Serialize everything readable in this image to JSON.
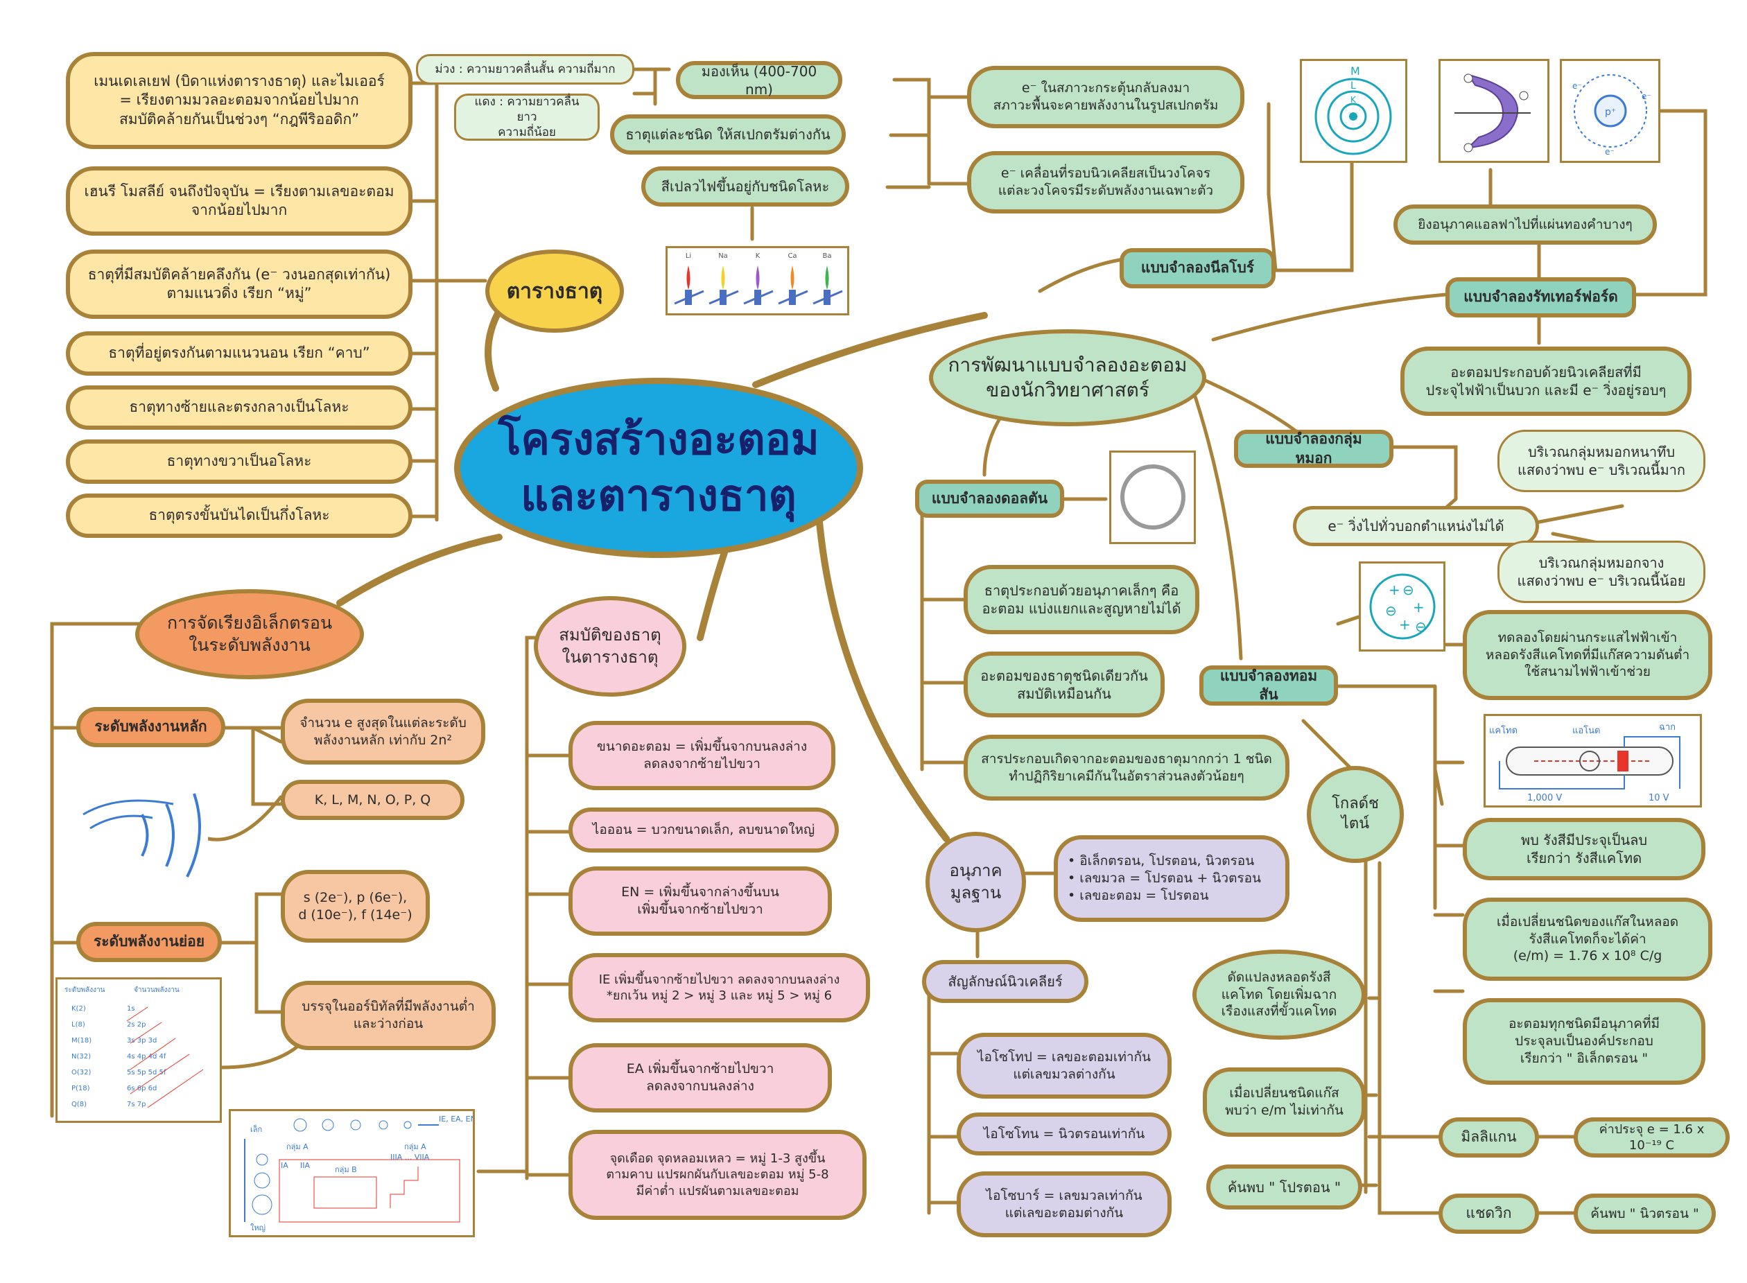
{
  "center": "โครงสร้างอะตอม\nและตารางธาตุ",
  "periodic": {
    "title": "ตารางธาตุ",
    "items": [
      "เมนเดเลเยฟ (บิดาแห่งตารางธาตุ) และไมเออร์\n= เรียงตามมวลอะตอมจากน้อยไปมาก\nสมบัติคล้ายกันเป็นช่วงๆ “กฎพีริออดิก”",
      "เฮนรี โมสลีย์ จนถึงปัจจุบัน = เรียงตามเลขอะตอม\nจากน้อยไปมาก",
      "ธาตุที่มีสมบัติคล้ายคลึงกัน (e⁻ วงนอกสุดเท่ากัน)\nตามแนวดิ่ง เรียก “หมู่”",
      "ธาตุที่อยู่ตรงกันตามแนวนอน เรียก “คาบ”",
      "ธาตุทางซ้ายและตรงกลางเป็นโลหะ",
      "ธาตุทางขวาเป็นอโลหะ",
      "ธาตุตรงขั้นบันไดเป็นกึ่งโลหะ"
    ]
  },
  "spectrum": {
    "violet": "ม่วง : ความยาวคลื่นสั้น ความถี่มาก",
    "red": "แดง : ความยาวคลื่นยาว\nความถี่น้อย",
    "visible": "มองเห็น (400-700 nm)",
    "each_element": "ธาตุแต่ละชนิด ให้สเปกตรัมต่างกัน",
    "flame": "สีเปลวไฟขึ้นอยู่กับชนิดโลหะ",
    "flame_labels": [
      "Li",
      "Na",
      "K",
      "Ca",
      "Ba"
    ],
    "flame_colors": [
      "#e8352b",
      "#f4d11d",
      "#9b59c9",
      "#f08a24",
      "#3cb44b"
    ]
  },
  "models": {
    "title": "การพัฒนาแบบจำลองอะตอม\nของนักวิทยาศาสตร์",
    "bohr": {
      "label": "แบบจำลองนีลโบร์",
      "excited": "e⁻ ในสภาวะกระตุ้นกลับลงมา\nสภาวะพื้นจะคายพลังงานในรูปสเปกตรัม",
      "orbit": "e⁻ เคลื่อนที่รอบนิวเคลียสเป็นวงโคจร\nแต่ละวงโคจรมีระดับพลังงานเฉพาะตัว",
      "shell_labels": [
        "M",
        "L",
        "K"
      ]
    },
    "rutherford": {
      "label": "แบบจำลองรัทเทอร์ฟอร์ด",
      "experiment": "ยิงอนุภาคแอลฟาไปที่แผ่นทองคำบางๆ",
      "conclusion": "อะตอมประกอบด้วยนิวเคลียสที่มี\nประจุไฟฟ้าเป็นบวก และมี e⁻ วิ่งอยู่รอบๆ",
      "pic_labels": [
        "p⁺",
        "e⁻",
        "e⁻",
        "e⁻"
      ]
    },
    "cloud": {
      "label": "แบบจำลองกลุ่มหมอก",
      "dense": "บริเวณกลุ่มหมอกหนาทึบ\nแสดงว่าพบ e⁻ บริเวณนี้มาก",
      "moving": "e⁻ วิ่งไปทั่วบอกตำแหน่งไม่ได้",
      "sparse": "บริเวณกลุ่มหมอกจาง\nแสดงว่าพบ e⁻ บริเวณนี้น้อย"
    },
    "dalton": {
      "label": "แบบจำลองดอลตัน",
      "p1": "ธาตุประกอบด้วยอนุภาคเล็กๆ คือ\nอะตอม แบ่งแยกและสูญหายไม่ได้",
      "p2": "อะตอมของธาตุชนิดเดียวกัน\nสมบัติเหมือนกัน",
      "p3": "สารประกอบเกิดจากอะตอมของธาตุมากกว่า 1 ชนิด\nทำปฏิกิริยาเคมีกันในอัตราส่วนลงตัวน้อยๆ"
    },
    "thomson": {
      "label": "แบบจำลองทอมสัน",
      "t1": "ทดลองโดยผ่านกระแสไฟฟ้าเข้า\nหลอดรังสีแคโทดที่มีแก๊สความดันต่ำ\nใช้สนามไฟฟ้าเข้าช่วย",
      "tube_labels": [
        "แคโทด",
        "แอโนด",
        "ฉาก",
        "1,000 V",
        "10 V"
      ],
      "t2": "พบ รังสีมีประจุเป็นลบ\nเรียกว่า รังสีแคโทด",
      "t3": "เมื่อเปลี่ยนชนิดของแก๊สในหลอด\nรังสีแคโทดก็จะได้ค่า\n(e/m) = 1.76 x 10⁸ C/g",
      "t4": "อะตอมทุกชนิดมีอนุภาคที่มี\nประจุลบเป็นองค์ประกอบ\nเรียกว่า \" อิเล็กตรอน \""
    },
    "goldstein": {
      "label": "โกลด์ชไตน์",
      "g1": "ดัดแปลงหลอดรังสี\nแคโทด โดยเพิ่มฉาก\nเรืองแสงที่ขั้วแคโทด",
      "g2": "เมื่อเปลี่ยนชนิดแก๊ส\nพบว่า e/m ไม่เท่ากัน",
      "g3": "ค้นพบ \" โปรตอน \""
    },
    "millikan": {
      "label": "มิลลิแกน",
      "value": "ค่าประจุ e = 1.6 x 10⁻¹⁹ C"
    },
    "chadwick": {
      "label": "แชดวิก",
      "value": "ค้นพบ \" นิวตรอน \""
    }
  },
  "particles": {
    "title": "อนุภาค\nมูลฐาน",
    "list": "• อิเล็กตรอน, โปรตอน, นิวตรอน\n• เลขมวล = โปรตอน + นิวตรอน\n• เลขอะตอม = โปรตอน",
    "nuclear_symbol": "สัญลักษณ์นิวเคลียร์",
    "isotope": "ไอโซโทป = เลขอะตอมเท่ากัน\nแต่เลขมวลต่างกัน",
    "isotone": "ไอโซโทน = นิวตรอนเท่ากัน",
    "isobar": "ไอโซบาร์ = เลขมวลเท่ากัน\nแต่เลขอะตอมต่างกัน"
  },
  "electron_config": {
    "title": "การจัดเรียงอิเล็กตรอน\nในระดับพลังงาน",
    "main_level": "ระดับพลังงานหลัก",
    "max_e": "จำนวน e สูงสุดในแต่ละระดับ\nพลังงานหลัก เท่ากับ 2n²",
    "shells": "K, L, M, N, O, P, Q",
    "sub_level": "ระดับพลังงานย่อย",
    "subshells": "s (2e⁻), p (6e⁻),\nd (10e⁻), f (14e⁻)",
    "filling": "บรรจุในออร์บิทัลที่มีพลังงานต่ำ\nและว่างก่อน",
    "table_header": [
      "ระดับพลังงาน",
      "จำนวนพลังงาน"
    ],
    "table_levels": [
      "K(2)",
      "L(8)",
      "M(18)",
      "N(32)",
      "O(32)",
      "P(18)",
      "Q(8)"
    ],
    "table_orbitals": [
      "1s",
      "2s 2p",
      "3s 3p 3d",
      "4s 4p 4d 4f",
      "5s 5p 5d 5f",
      "6s 6p 6d",
      "7s 7p"
    ]
  },
  "properties": {
    "title": "สมบัติของธาตุ\nในตารางธาตุ",
    "size": "ขนาดอะตอม = เพิ่มขึ้นจากบนลงล่าง\nลดลงจากซ้ายไปขวา",
    "ion": "ไอออน = บวกขนาดเล็ก, ลบขนาดใหญ่",
    "en": "EN = เพิ่มขึ้นจากล่างขึ้นบน\nเพิ่มขึ้นจากซ้ายไปขวา",
    "ie": "IE เพิ่มขึ้นจากซ้ายไปขวา ลดลงจากบนลงล่าง\n*ยกเว้น หมู่ 2 > หมู่ 3 และ หมู่ 5 > หมู่ 6",
    "ea": "EA เพิ่มขึ้นจากซ้ายไปขวา\nลดลงจากบนลงล่าง",
    "bp": "จุดเดือด จุดหลอมเหลว = หมู่ 1-3 สูงขึ้น\nตามคาบ แปรผกผันกับเลขอะตอม หมู่ 5-8\nมีค่าต่ำ แปรผันตามเลขอะตอม",
    "pic_labels": [
      "เล็ก",
      "ใหญ่",
      "กลุ่ม A",
      "กลุ่ม B",
      "กลุ่ม A",
      "IA",
      "IIA",
      "IIIA ... VIIA",
      "IE, EA, EN, Eº"
    ]
  }
}
